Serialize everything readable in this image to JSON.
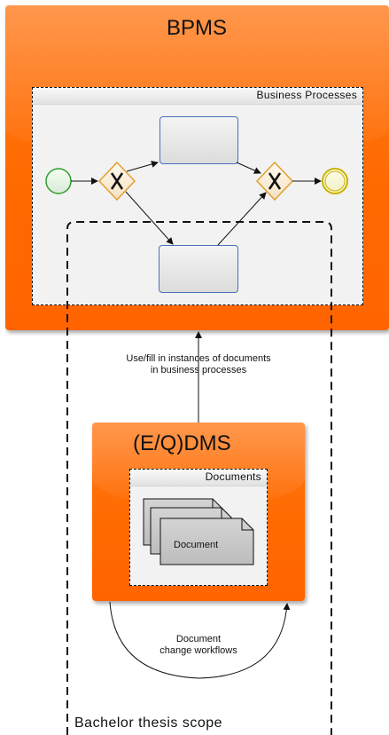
{
  "bpms": {
    "title": "BPMS"
  },
  "business_processes": {
    "label": "Business Processes"
  },
  "dms": {
    "title": "(E/Q)DMS"
  },
  "documents": {
    "label": "Documents",
    "document_label": "Document"
  },
  "labels": {
    "use_fill_line1": "Use/fill in instances of documents",
    "use_fill_line2": "in business processes",
    "workflow_line1": "Document",
    "workflow_line2": "change workflows",
    "scope": "Bachelor thesis scope"
  },
  "colors": {
    "orange": "#ff6a00",
    "task_border": "#4a6fb8",
    "start_event": "#2e9e2e",
    "end_event": "#c8b400",
    "gateway": "#e0a030"
  }
}
